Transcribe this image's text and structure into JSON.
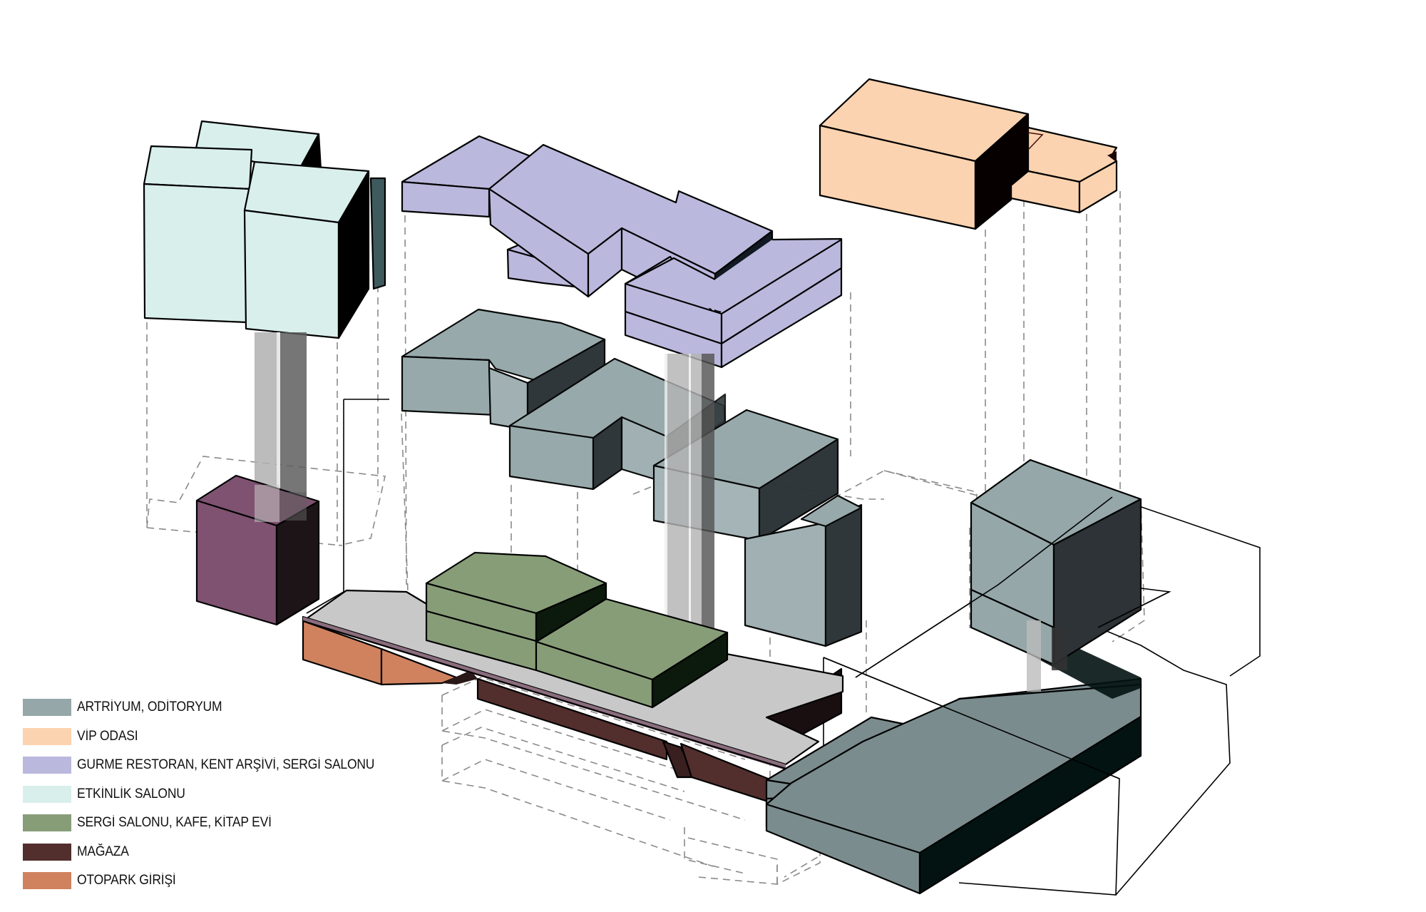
{
  "diagram": {
    "title": "Exploded axonometric program diagram",
    "colors": {
      "atrium": "#95a7a9",
      "atrium_dark": "#2b3336",
      "vip": "#fbd3b0",
      "restaurant": "#bbb8dd",
      "event": "#d9efec",
      "gallery": "#879d78",
      "gallery_dark": "#0b1a0c",
      "store": "#522e2d",
      "store_dark": "#1a0f10",
      "parking": "#d0825f",
      "purple_core": "#7e5270",
      "purple_core_dark": "#1d1418",
      "slab": "#c8c8c8",
      "core": "#a9a9a9",
      "core_dark": "#5a5a5a",
      "black": "#000000"
    }
  },
  "legend": {
    "items": [
      {
        "label": "ARTRİYUM, ODİTORYUM",
        "color": "#95a7a9",
        "key": "atrium"
      },
      {
        "label": "VİP ODASI",
        "color": "#fbd3b0",
        "key": "vip"
      },
      {
        "label": "GURME RESTORAN, KENT ARŞİVİ, SERGİ SALONU",
        "color": "#bbb8dd",
        "key": "restaurant"
      },
      {
        "label": "ETKİNLİK SALONU",
        "color": "#d9efec",
        "key": "event"
      },
      {
        "label": "SERGİ SALONU, KAFE, KİTAP EVİ",
        "color": "#879d78",
        "key": "gallery"
      },
      {
        "label": "MAĞAZA",
        "color": "#522e2d",
        "key": "store"
      },
      {
        "label": "OTOPARK GİRİŞİ",
        "color": "#d0825f",
        "key": "parking"
      }
    ]
  }
}
